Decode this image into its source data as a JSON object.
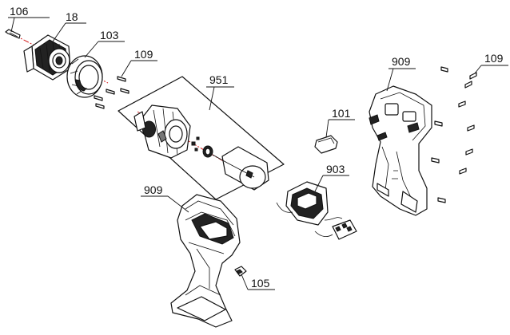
{
  "callouts": {
    "c106": "106",
    "c18": "18",
    "c103": "103",
    "c109_left": "109",
    "c951": "951",
    "c909_top": "909",
    "c109_right": "109",
    "c101": "101",
    "c903": "903",
    "c909_bottom": "909",
    "c105": "105"
  },
  "colors": {
    "line": "#111111",
    "axis": "#d41f1f",
    "background": "#ffffff"
  }
}
